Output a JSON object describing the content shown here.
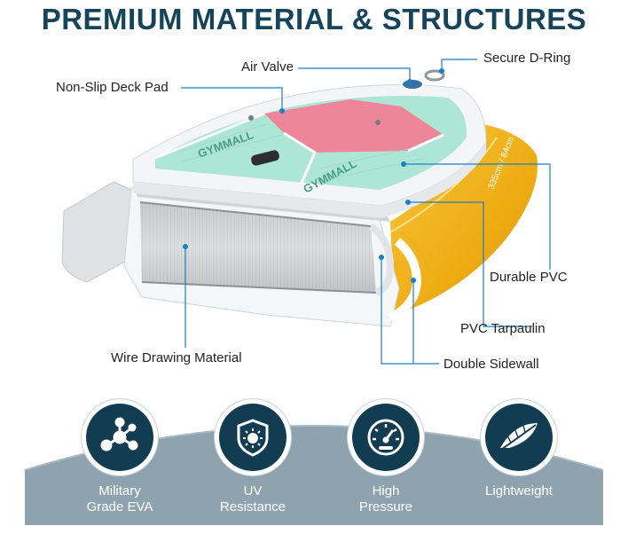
{
  "headline": "PREMIUM MATERIAL & STRUCTURES",
  "board_brand": "GYMMALL",
  "callouts": [
    {
      "id": "air-valve",
      "label": "Air Valve"
    },
    {
      "id": "secure-d-ring",
      "label": "Secure D-Ring"
    },
    {
      "id": "non-slip-deck-pad",
      "label": "Non-Slip Deck Pad"
    },
    {
      "id": "durable-pvc",
      "label": "Durable PVC"
    },
    {
      "id": "pvc-tarpaulin",
      "label": "PVC Tarpaulin"
    },
    {
      "id": "wire-drawing-material",
      "label": "Wire Drawing Material"
    },
    {
      "id": "double-sidewall",
      "label": "Double Sidewall"
    }
  ],
  "features": [
    {
      "icon": "molecule-icon",
      "line1": "Military",
      "line2": "Grade EVA"
    },
    {
      "icon": "sun-shield-icon",
      "line1": "UV",
      "line2": "Resistance"
    },
    {
      "icon": "pressure-gauge-icon",
      "line1": "High",
      "line2": "Pressure"
    },
    {
      "icon": "feather-icon",
      "line1": "Lightweight",
      "line2": ""
    }
  ],
  "colors": {
    "headline": "#16445a",
    "badge": "#123c51",
    "band": "#8fa3ae",
    "leader": "#1a80c4",
    "deck_mint": "#aee6d6",
    "deck_pink": "#ef8599",
    "sidewall_yellow": "#f2b51d"
  }
}
